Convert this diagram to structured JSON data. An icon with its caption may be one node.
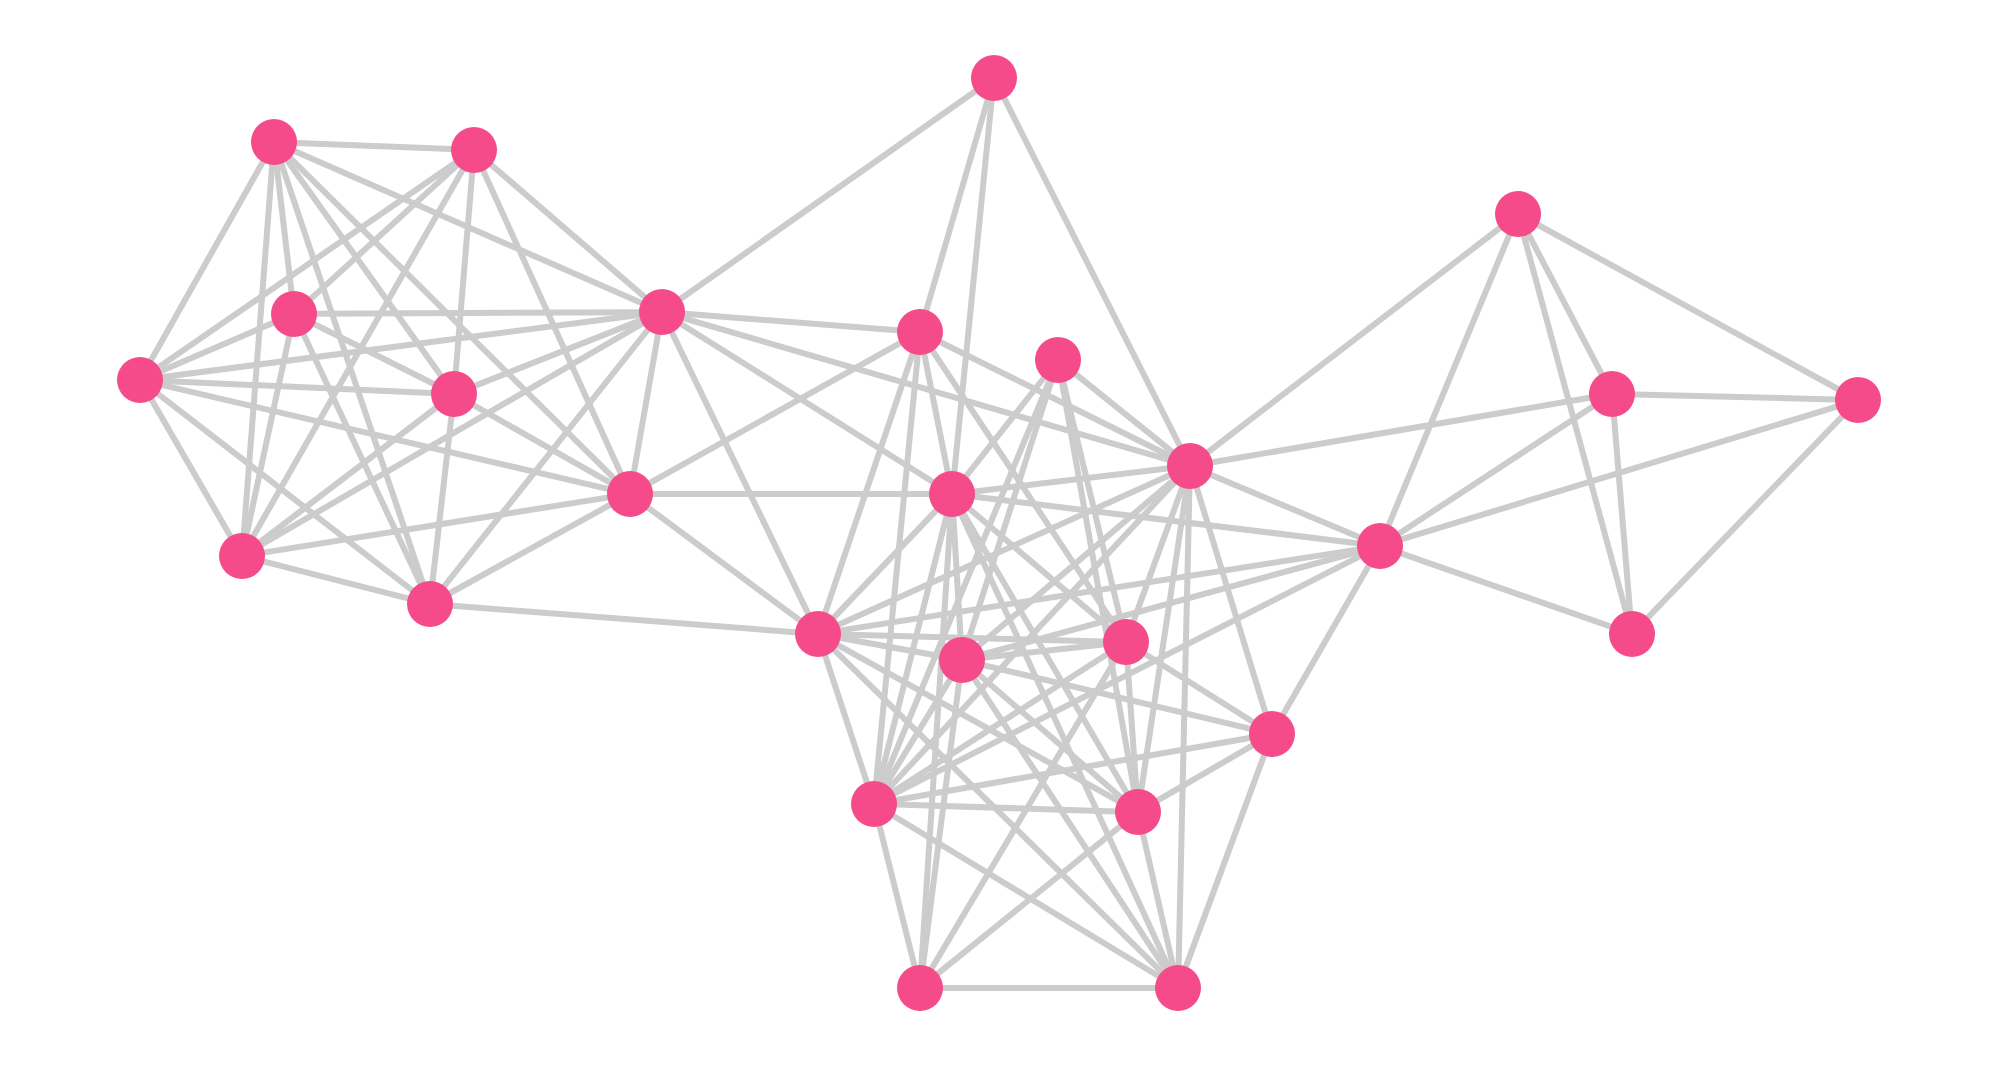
{
  "diagram": {
    "nodes": [
      {
        "text": [],
        "shape": "circle"
      },
      {
        "text": [],
        "shape": "circle"
      },
      {
        "text": [],
        "shape": "circle"
      },
      {
        "text": [],
        "shape": "circle"
      },
      {
        "text": [],
        "shape": "circle"
      },
      {
        "text": [],
        "shape": "circle"
      },
      {
        "text": [],
        "shape": "circle"
      },
      {
        "text": [],
        "shape": "circle"
      },
      {
        "text": [],
        "shape": "circle"
      },
      {
        "text": [],
        "shape": "circle"
      },
      {
        "text": [],
        "shape": "circle"
      },
      {
        "text": [],
        "shape": "circle"
      },
      {
        "text": [],
        "shape": "circle"
      },
      {
        "text": [],
        "shape": "circle"
      },
      {
        "text": [],
        "shape": "circle"
      },
      {
        "text": [],
        "shape": "circle"
      },
      {
        "text": [],
        "shape": "circle"
      },
      {
        "text": [],
        "shape": "circle"
      },
      {
        "text": [],
        "shape": "circle"
      },
      {
        "text": [],
        "shape": "circle"
      },
      {
        "text": [],
        "shape": "circle"
      },
      {
        "text": [],
        "shape": "circle"
      },
      {
        "text": [],
        "shape": "circle"
      },
      {
        "text": [],
        "shape": "circle"
      },
      {
        "text": [],
        "shape": "circle"
      },
      {
        "text": [],
        "shape": "circle"
      },
      {
        "text": [],
        "shape": "circle"
      }
    ],
    "edges": [
      {
        "from": 0,
        "to": 4,
        "arrow": "none"
      },
      {
        "from": 0,
        "to": 6,
        "arrow": "none"
      },
      {
        "from": 0,
        "to": 13,
        "arrow": "none"
      },
      {
        "from": 0,
        "to": 12,
        "arrow": "none"
      },
      {
        "from": 1,
        "to": 2,
        "arrow": "none"
      },
      {
        "from": 1,
        "to": 8,
        "arrow": "none"
      },
      {
        "from": 1,
        "to": 5,
        "arrow": "none"
      },
      {
        "from": 1,
        "to": 16,
        "arrow": "none"
      },
      {
        "from": 1,
        "to": 9,
        "arrow": "none"
      },
      {
        "from": 1,
        "to": 17,
        "arrow": "none"
      },
      {
        "from": 1,
        "to": 14,
        "arrow": "none"
      },
      {
        "from": 1,
        "to": 4,
        "arrow": "none"
      },
      {
        "from": 2,
        "to": 8,
        "arrow": "none"
      },
      {
        "from": 2,
        "to": 5,
        "arrow": "none"
      },
      {
        "from": 2,
        "to": 16,
        "arrow": "none"
      },
      {
        "from": 2,
        "to": 9,
        "arrow": "none"
      },
      {
        "from": 2,
        "to": 4,
        "arrow": "none"
      },
      {
        "from": 2,
        "to": 14,
        "arrow": "none"
      },
      {
        "from": 3,
        "to": 12,
        "arrow": "none"
      },
      {
        "from": 3,
        "to": 15,
        "arrow": "none"
      },
      {
        "from": 3,
        "to": 10,
        "arrow": "none"
      },
      {
        "from": 3,
        "to": 18,
        "arrow": "none"
      },
      {
        "from": 3,
        "to": 11,
        "arrow": "none"
      },
      {
        "from": 4,
        "to": 5,
        "arrow": "none"
      },
      {
        "from": 4,
        "to": 8,
        "arrow": "none"
      },
      {
        "from": 4,
        "to": 9,
        "arrow": "none"
      },
      {
        "from": 4,
        "to": 14,
        "arrow": "none"
      },
      {
        "from": 4,
        "to": 16,
        "arrow": "none"
      },
      {
        "from": 4,
        "to": 17,
        "arrow": "none"
      },
      {
        "from": 4,
        "to": 6,
        "arrow": "none"
      },
      {
        "from": 4,
        "to": 12,
        "arrow": "none"
      },
      {
        "from": 4,
        "to": 19,
        "arrow": "none"
      },
      {
        "from": 4,
        "to": 13,
        "arrow": "none"
      },
      {
        "from": 5,
        "to": 8,
        "arrow": "none"
      },
      {
        "from": 5,
        "to": 9,
        "arrow": "none"
      },
      {
        "from": 5,
        "to": 16,
        "arrow": "none"
      },
      {
        "from": 5,
        "to": 17,
        "arrow": "none"
      },
      {
        "from": 6,
        "to": 14,
        "arrow": "none"
      },
      {
        "from": 6,
        "to": 13,
        "arrow": "none"
      },
      {
        "from": 6,
        "to": 12,
        "arrow": "none"
      },
      {
        "from": 6,
        "to": 19,
        "arrow": "none"
      },
      {
        "from": 6,
        "to": 20,
        "arrow": "none"
      },
      {
        "from": 6,
        "to": 23,
        "arrow": "none"
      },
      {
        "from": 7,
        "to": 12,
        "arrow": "none"
      },
      {
        "from": 7,
        "to": 24,
        "arrow": "none"
      },
      {
        "from": 7,
        "to": 20,
        "arrow": "none"
      },
      {
        "from": 7,
        "to": 21,
        "arrow": "none"
      },
      {
        "from": 7,
        "to": 13,
        "arrow": "none"
      },
      {
        "from": 7,
        "to": 23,
        "arrow": "none"
      },
      {
        "from": 8,
        "to": 9,
        "arrow": "none"
      },
      {
        "from": 8,
        "to": 14,
        "arrow": "none"
      },
      {
        "from": 8,
        "to": 16,
        "arrow": "none"
      },
      {
        "from": 8,
        "to": 17,
        "arrow": "none"
      },
      {
        "from": 9,
        "to": 14,
        "arrow": "none"
      },
      {
        "from": 9,
        "to": 16,
        "arrow": "none"
      },
      {
        "from": 9,
        "to": 17,
        "arrow": "none"
      },
      {
        "from": 10,
        "to": 12,
        "arrow": "none"
      },
      {
        "from": 10,
        "to": 15,
        "arrow": "none"
      },
      {
        "from": 10,
        "to": 11,
        "arrow": "none"
      },
      {
        "from": 10,
        "to": 18,
        "arrow": "none"
      },
      {
        "from": 11,
        "to": 15,
        "arrow": "none"
      },
      {
        "from": 11,
        "to": 18,
        "arrow": "none"
      },
      {
        "from": 12,
        "to": 13,
        "arrow": "none"
      },
      {
        "from": 12,
        "to": 15,
        "arrow": "none"
      },
      {
        "from": 12,
        "to": 19,
        "arrow": "none"
      },
      {
        "from": 12,
        "to": 21,
        "arrow": "none"
      },
      {
        "from": 12,
        "to": 20,
        "arrow": "none"
      },
      {
        "from": 12,
        "to": 23,
        "arrow": "none"
      },
      {
        "from": 12,
        "to": 24,
        "arrow": "none"
      },
      {
        "from": 12,
        "to": 26,
        "arrow": "none"
      },
      {
        "from": 12,
        "to": 22,
        "arrow": "none"
      },
      {
        "from": 13,
        "to": 14,
        "arrow": "none"
      },
      {
        "from": 13,
        "to": 19,
        "arrow": "none"
      },
      {
        "from": 13,
        "to": 21,
        "arrow": "none"
      },
      {
        "from": 13,
        "to": 23,
        "arrow": "none"
      },
      {
        "from": 13,
        "to": 25,
        "arrow": "none"
      },
      {
        "from": 13,
        "to": 20,
        "arrow": "none"
      },
      {
        "from": 13,
        "to": 24,
        "arrow": "none"
      },
      {
        "from": 13,
        "to": 26,
        "arrow": "none"
      },
      {
        "from": 14,
        "to": 16,
        "arrow": "none"
      },
      {
        "from": 14,
        "to": 17,
        "arrow": "none"
      },
      {
        "from": 14,
        "to": 19,
        "arrow": "none"
      },
      {
        "from": 15,
        "to": 18,
        "arrow": "none"
      },
      {
        "from": 15,
        "to": 19,
        "arrow": "none"
      },
      {
        "from": 15,
        "to": 21,
        "arrow": "none"
      },
      {
        "from": 15,
        "to": 23,
        "arrow": "none"
      },
      {
        "from": 15,
        "to": 13,
        "arrow": "none"
      },
      {
        "from": 15,
        "to": 22,
        "arrow": "none"
      },
      {
        "from": 16,
        "to": 17,
        "arrow": "none"
      },
      {
        "from": 17,
        "to": 19,
        "arrow": "none"
      },
      {
        "from": 19,
        "to": 21,
        "arrow": "none"
      },
      {
        "from": 19,
        "to": 20,
        "arrow": "none"
      },
      {
        "from": 19,
        "to": 23,
        "arrow": "none"
      },
      {
        "from": 19,
        "to": 24,
        "arrow": "none"
      },
      {
        "from": 19,
        "to": 26,
        "arrow": "none"
      },
      {
        "from": 20,
        "to": 21,
        "arrow": "none"
      },
      {
        "from": 20,
        "to": 22,
        "arrow": "none"
      },
      {
        "from": 20,
        "to": 23,
        "arrow": "none"
      },
      {
        "from": 20,
        "to": 24,
        "arrow": "none"
      },
      {
        "from": 20,
        "to": 25,
        "arrow": "none"
      },
      {
        "from": 21,
        "to": 22,
        "arrow": "none"
      },
      {
        "from": 21,
        "to": 23,
        "arrow": "none"
      },
      {
        "from": 21,
        "to": 24,
        "arrow": "none"
      },
      {
        "from": 21,
        "to": 25,
        "arrow": "none"
      },
      {
        "from": 21,
        "to": 26,
        "arrow": "none"
      },
      {
        "from": 22,
        "to": 23,
        "arrow": "none"
      },
      {
        "from": 22,
        "to": 24,
        "arrow": "none"
      },
      {
        "from": 22,
        "to": 26,
        "arrow": "none"
      },
      {
        "from": 23,
        "to": 24,
        "arrow": "none"
      },
      {
        "from": 23,
        "to": 25,
        "arrow": "none"
      },
      {
        "from": 23,
        "to": 26,
        "arrow": "none"
      },
      {
        "from": 24,
        "to": 25,
        "arrow": "none"
      },
      {
        "from": 24,
        "to": 26,
        "arrow": "none"
      },
      {
        "from": 25,
        "to": 26,
        "arrow": "none"
      }
    ]
  }
}
